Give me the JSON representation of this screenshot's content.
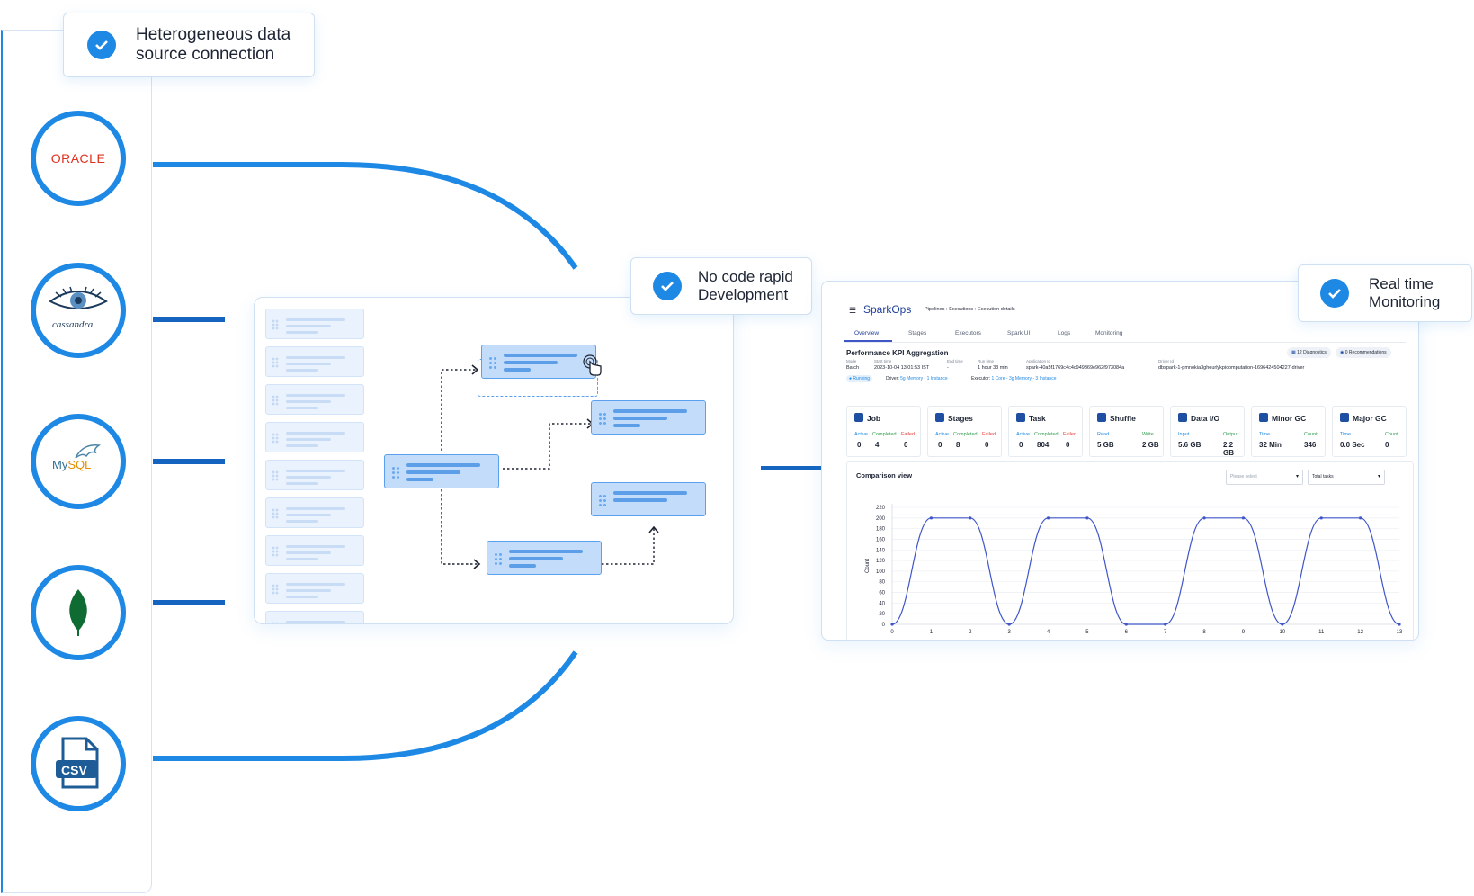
{
  "callouts": {
    "sources": "Heterogeneous data\nsource connection",
    "builder": "No code rapid\nDevelopment",
    "monitoring": "Real time\nMonitoring"
  },
  "sources": [
    {
      "name": "oracle",
      "label": "ORACLE",
      "color": "#e0301e"
    },
    {
      "name": "cassandra",
      "label": "cassandra",
      "icon": "cassandra-eye-icon"
    },
    {
      "name": "mysql",
      "label_a": "My",
      "label_b": "SQL",
      "icon": "mysql-dolphin-icon"
    },
    {
      "name": "mongodb",
      "icon": "mongodb-leaf-icon",
      "color": "#0e6b32"
    },
    {
      "name": "csv",
      "label": "CSV",
      "icon": "csv-file-icon",
      "color": "#1d5c96"
    }
  ],
  "colors": {
    "accent": "#1e88e5",
    "node_fill": "#c3dcfa",
    "node_border": "#5aa0ee",
    "chart_line": "#3f55c8"
  },
  "dashboard": {
    "app_name": "SparkOps",
    "breadcrumb": [
      "Pipelines",
      "Executions",
      "Execution details"
    ],
    "tabs": [
      "Overview",
      "Stages",
      "Executors",
      "Spark UI",
      "Logs",
      "Monitoring"
    ],
    "active_tab": "Overview",
    "job_title": "Performance KPI Aggregation",
    "badges": {
      "diagnostics": "12 Diagnostics",
      "recommendations": "0 Recommendations"
    },
    "meta": [
      {
        "label": "Mode",
        "value": "Batch"
      },
      {
        "label": "Start time",
        "value": "2023-10-04 13:01:53 IST"
      },
      {
        "label": "End time",
        "value": "-"
      },
      {
        "label": "Run time",
        "value": "1 hour 33 min"
      },
      {
        "label": "Application Id",
        "value": "spark-40a5f1769c4c4c949369e962f973084a"
      },
      {
        "label": "Driver Id",
        "value": "dbspark-1-pmnokia3ghourlykpicomputation-1696424504227-driver"
      }
    ],
    "status": "Running",
    "driver_label": "Driver:",
    "driver_value": "5g Memory - 1 Instance",
    "executor_label": "Executor:",
    "executor_value": "1 Core - 3g Memory - 3 Instance",
    "cards": [
      {
        "title": "Job",
        "icon": "job-icon",
        "metrics": [
          {
            "label": "Active",
            "value": "0",
            "color": "#1e88e5"
          },
          {
            "label": "Completed",
            "value": "4",
            "color": "#2e9e4f"
          },
          {
            "label": "Failed",
            "value": "0",
            "color": "#e53935"
          }
        ]
      },
      {
        "title": "Stages",
        "icon": "stages-icon",
        "metrics": [
          {
            "label": "Active",
            "value": "0",
            "color": "#1e88e5"
          },
          {
            "label": "Completed",
            "value": "8",
            "color": "#2e9e4f"
          },
          {
            "label": "Failed",
            "value": "0",
            "color": "#e53935"
          }
        ]
      },
      {
        "title": "Task",
        "icon": "task-icon",
        "metrics": [
          {
            "label": "Active",
            "value": "0",
            "color": "#1e88e5"
          },
          {
            "label": "Completed",
            "value": "804",
            "color": "#2e9e4f"
          },
          {
            "label": "Failed",
            "value": "0",
            "color": "#e53935"
          }
        ]
      },
      {
        "title": "Shuffle",
        "icon": "shuffle-icon",
        "metrics": [
          {
            "label": "Read",
            "value": "5 GB",
            "color": "#1e88e5"
          },
          {
            "label": "Write",
            "value": "2 GB",
            "color": "#2e9e4f"
          }
        ]
      },
      {
        "title": "Data I/O",
        "icon": "data-io-icon",
        "metrics": [
          {
            "label": "Input",
            "value": "5.6 GB",
            "color": "#1e88e5"
          },
          {
            "label": "Output",
            "value": "2.2 GB",
            "color": "#2e9e4f"
          }
        ]
      },
      {
        "title": "Minor GC",
        "icon": "minor-gc-icon",
        "metrics": [
          {
            "label": "Time",
            "value": "32 Min",
            "color": "#1e88e5"
          },
          {
            "label": "Count",
            "value": "346",
            "color": "#2e9e4f"
          }
        ]
      },
      {
        "title": "Major GC",
        "icon": "major-gc-icon",
        "metrics": [
          {
            "label": "Time",
            "value": "0.0 Sec",
            "color": "#1e88e5"
          },
          {
            "label": "Count",
            "value": "0",
            "color": "#2e9e4f"
          }
        ]
      }
    ],
    "comparison": {
      "title": "Comparison view",
      "select1_placeholder": "Please select",
      "select2_value": "Total tasks"
    }
  },
  "chart_data": {
    "type": "line",
    "title": "",
    "xlabel": "",
    "ylabel": "Count",
    "x": [
      0,
      1,
      2,
      3,
      4,
      5,
      6,
      7,
      8,
      9,
      10,
      11,
      12,
      13
    ],
    "series": [
      {
        "values": [
          0,
          200,
          200,
          0,
          200,
          200,
          0,
          0,
          200,
          200,
          0,
          200,
          200,
          0
        ]
      }
    ],
    "yticks": [
      0,
      20,
      40,
      60,
      80,
      100,
      120,
      140,
      160,
      180,
      200,
      220
    ],
    "ylim": [
      0,
      220
    ],
    "grid": true
  }
}
